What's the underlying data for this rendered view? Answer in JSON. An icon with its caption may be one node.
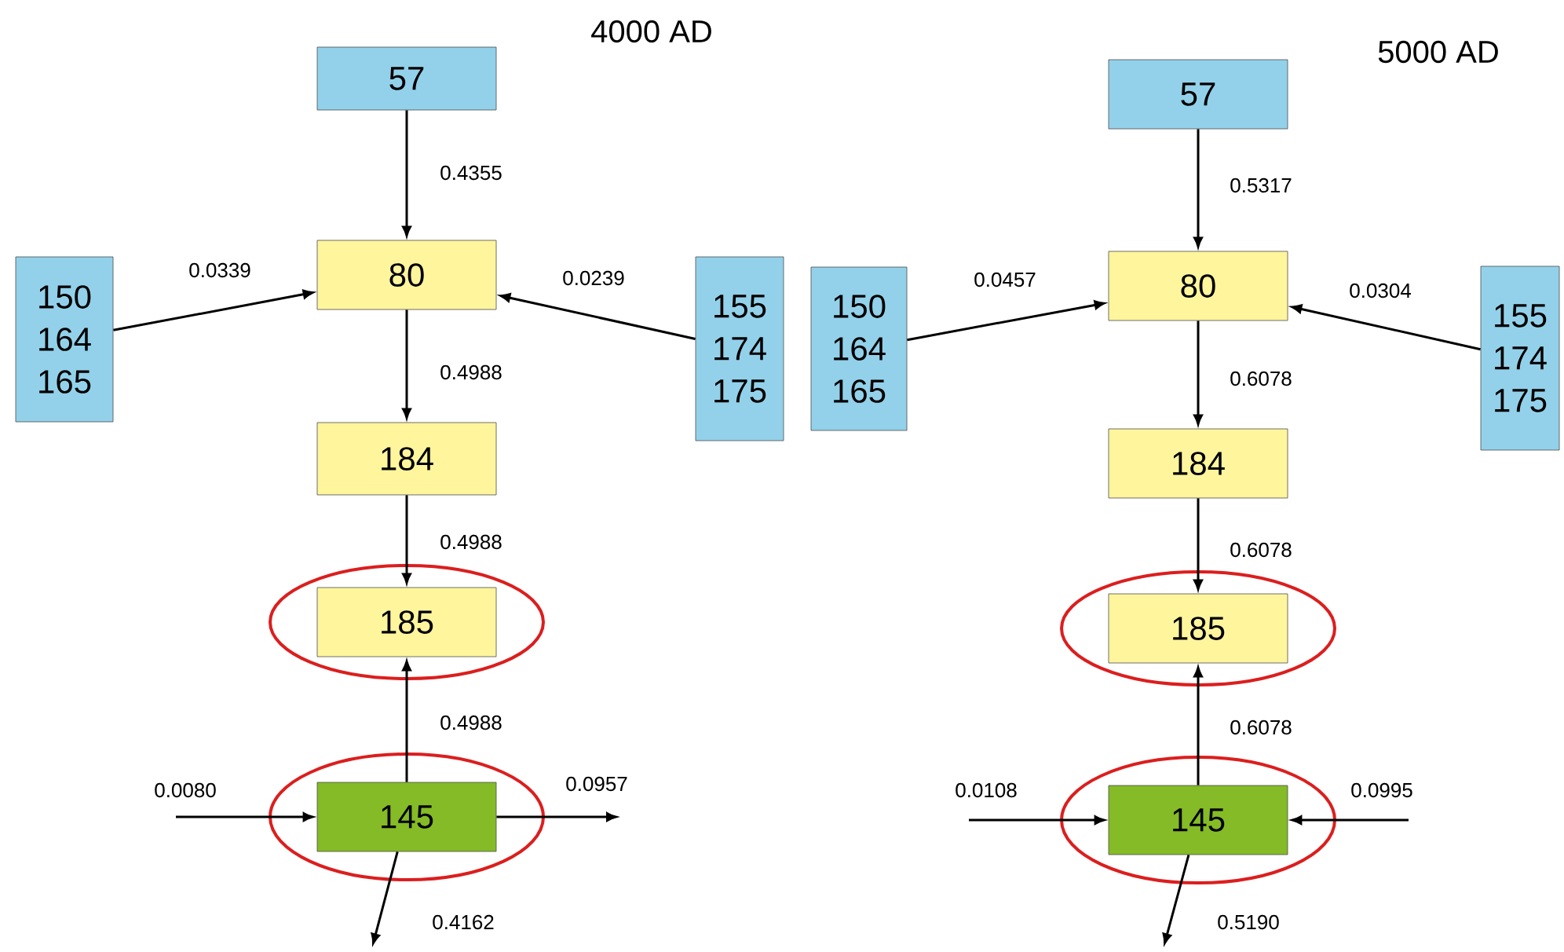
{
  "diagram": {
    "nodes": [
      {
        "text": [
          "57"
        ]
      },
      {
        "text": [
          "80"
        ]
      },
      {
        "text": [
          "150 164 165"
        ]
      },
      {
        "text": [
          "155 174 175"
        ]
      },
      {
        "text": [
          "184"
        ]
      },
      {
        "text": [
          "185"
        ]
      },
      {
        "text": [
          "145"
        ]
      },
      {
        "text": [
          "57"
        ]
      },
      {
        "text": [
          "80"
        ]
      },
      {
        "text": [
          "150 164 165"
        ]
      },
      {
        "text": [
          "155 174 175"
        ]
      },
      {
        "text": [
          "184"
        ]
      },
      {
        "text": [
          "185"
        ]
      },
      {
        "text": [
          "145"
        ]
      }
    ],
    "edges": [
      {
        "from": 0,
        "to": 1,
        "arrow": "to",
        "label": "0.4355"
      },
      {
        "from": 2,
        "to": 1,
        "arrow": "to",
        "label": "0.0339"
      },
      {
        "from": 3,
        "to": 1,
        "arrow": "to",
        "label": "0.0239"
      },
      {
        "from": 1,
        "to": 4,
        "arrow": "to",
        "label": "0.4988"
      },
      {
        "from": 4,
        "to": 5,
        "arrow": "to",
        "label": "0.4988"
      },
      {
        "from": 6,
        "to": 5,
        "arrow": "to",
        "label": "0.4988"
      },
      {
        "from": null,
        "to": 6,
        "arrow": "to",
        "label": "0.0080"
      },
      {
        "from": 6,
        "to": null,
        "arrow": "to",
        "label": "0.0957"
      },
      {
        "from": 6,
        "to": null,
        "arrow": "to",
        "label": "0.4162"
      },
      {
        "from": 7,
        "to": 8,
        "arrow": "to",
        "label": "0.5317"
      },
      {
        "from": 9,
        "to": 8,
        "arrow": "to",
        "label": "0.0457"
      },
      {
        "from": 10,
        "to": 8,
        "arrow": "to",
        "label": "0.0304"
      },
      {
        "from": 8,
        "to": 11,
        "arrow": "to",
        "label": "0.6078"
      },
      {
        "from": 11,
        "to": 12,
        "arrow": "to",
        "label": "0.6078"
      },
      {
        "from": 13,
        "to": 12,
        "arrow": "to",
        "label": "0.6078"
      },
      {
        "from": null,
        "to": 13,
        "arrow": "to",
        "label": "0.0108"
      },
      {
        "from": null,
        "to": 13,
        "arrow": "to",
        "label": "0.0995"
      },
      {
        "from": 13,
        "to": null,
        "arrow": "to",
        "label": "0.5190"
      }
    ],
    "labels": [
      "4000 AD",
      "5000 AD"
    ]
  }
}
